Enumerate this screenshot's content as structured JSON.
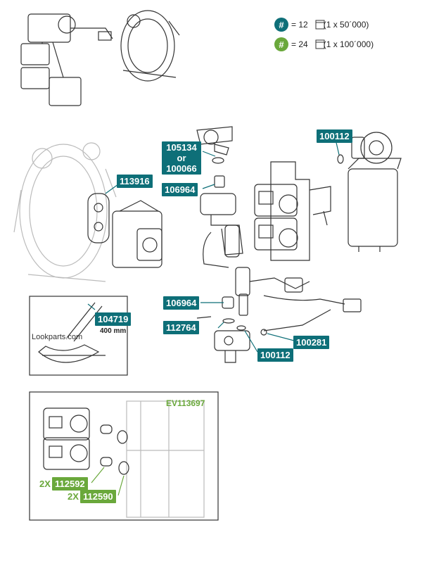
{
  "legend": [
    {
      "symbol": "#",
      "color": "#0e6f78",
      "eq": "= 12",
      "interval": "(1 x 50´000)"
    },
    {
      "symbol": "#",
      "color": "#6aa83b",
      "eq": "= 24",
      "interval": "(1 x 100´000)"
    }
  ],
  "labels": {
    "p113916": "113916",
    "p105134": "105134",
    "or": "or",
    "p100066": "100066",
    "p106964_top": "106964",
    "p100112_top": "100112",
    "p104719": "104719",
    "p104719_len": "400 mm",
    "p106964_mid": "106964",
    "p112764": "112764",
    "p100281": "100281",
    "p100112_bot": "100112",
    "ev113697": "EV113697",
    "qty_a": "2X",
    "p112592": "112592",
    "qty_b": "2X",
    "p112590": "112590"
  },
  "watermark": "Lookparts.com",
  "colors": {
    "teal": "#0e6f78",
    "green": "#6aa83b"
  }
}
